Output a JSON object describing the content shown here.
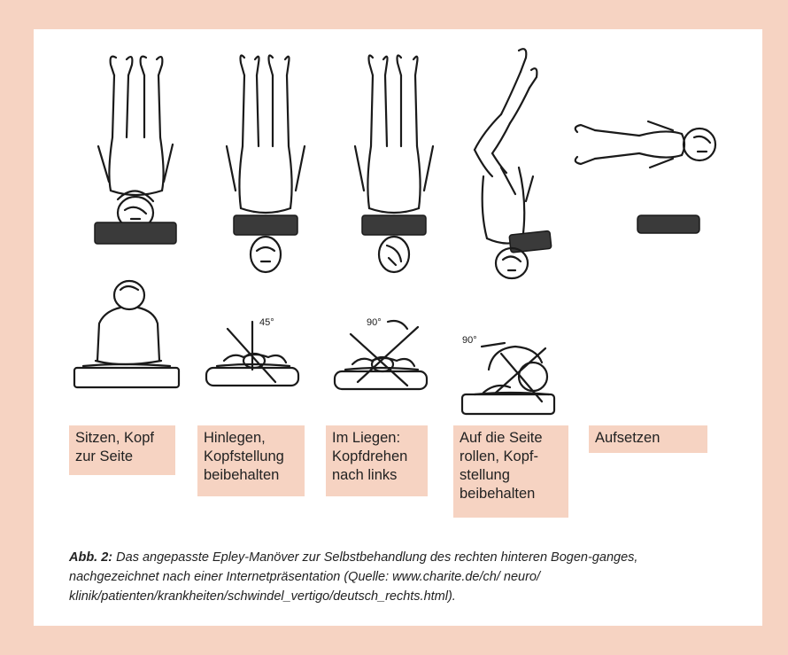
{
  "steps": [
    {
      "label": "Sitzen, Kopf zur Seite"
    },
    {
      "label": "Hinlegen, Kopfstellung beibehalten"
    },
    {
      "label": "Im Liegen: Kopfdrehen nach links"
    },
    {
      "label": "Auf die Seite rollen, Kopf-stellung beibehalten"
    },
    {
      "label": "Aufsetzen"
    }
  ],
  "angles": {
    "step2": "45°",
    "step3": "90°",
    "step4": "90°"
  },
  "caption": {
    "prefix": "Abb. 2:",
    "text": " Das angepasste Epley-Manöver zur Selbstbehandlung des rechten hinteren Bogen-ganges, nachgezeichnet nach einer Internetpräsentation (Quelle: www.charite.de/ch/ neuro/ klinik/patienten/krankheiten/schwindel_vertigo/deutsch_rechts.html)."
  }
}
